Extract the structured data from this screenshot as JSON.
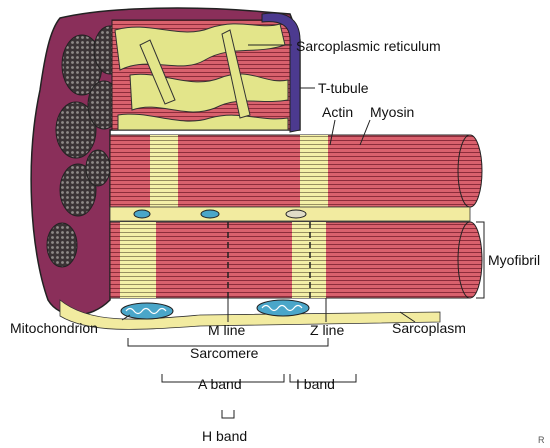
{
  "diagram": {
    "labels": {
      "sarcoplasmic_reticulum": "Sarcoplasmic reticulum",
      "t_tubule": "T-tubule",
      "actin": "Actin",
      "myosin": "Myosin",
      "myofibril": "Myofibril",
      "mitochondrion": "Mitochondrion",
      "m_line": "M line",
      "z_line": "Z line",
      "sarcoplasm": "Sarcoplasm",
      "sarcomere": "Sarcomere",
      "a_band": "A band",
      "i_band": "I band",
      "h_band": "H band"
    },
    "corner_mark": "R"
  },
  "colors": {
    "membrane": "#8a2f5a",
    "myofibril_red": "#d9616d",
    "myofibril_dark": "#9e2a3a",
    "yellow_band": "#f4f0a8",
    "reticulum": "#e3e58a",
    "t_tubule": "#4c3a8f",
    "mitochondrion": "#4aa6c9",
    "sarcoplasm": "#f2eba0",
    "fiber_end": "#3a3335"
  }
}
